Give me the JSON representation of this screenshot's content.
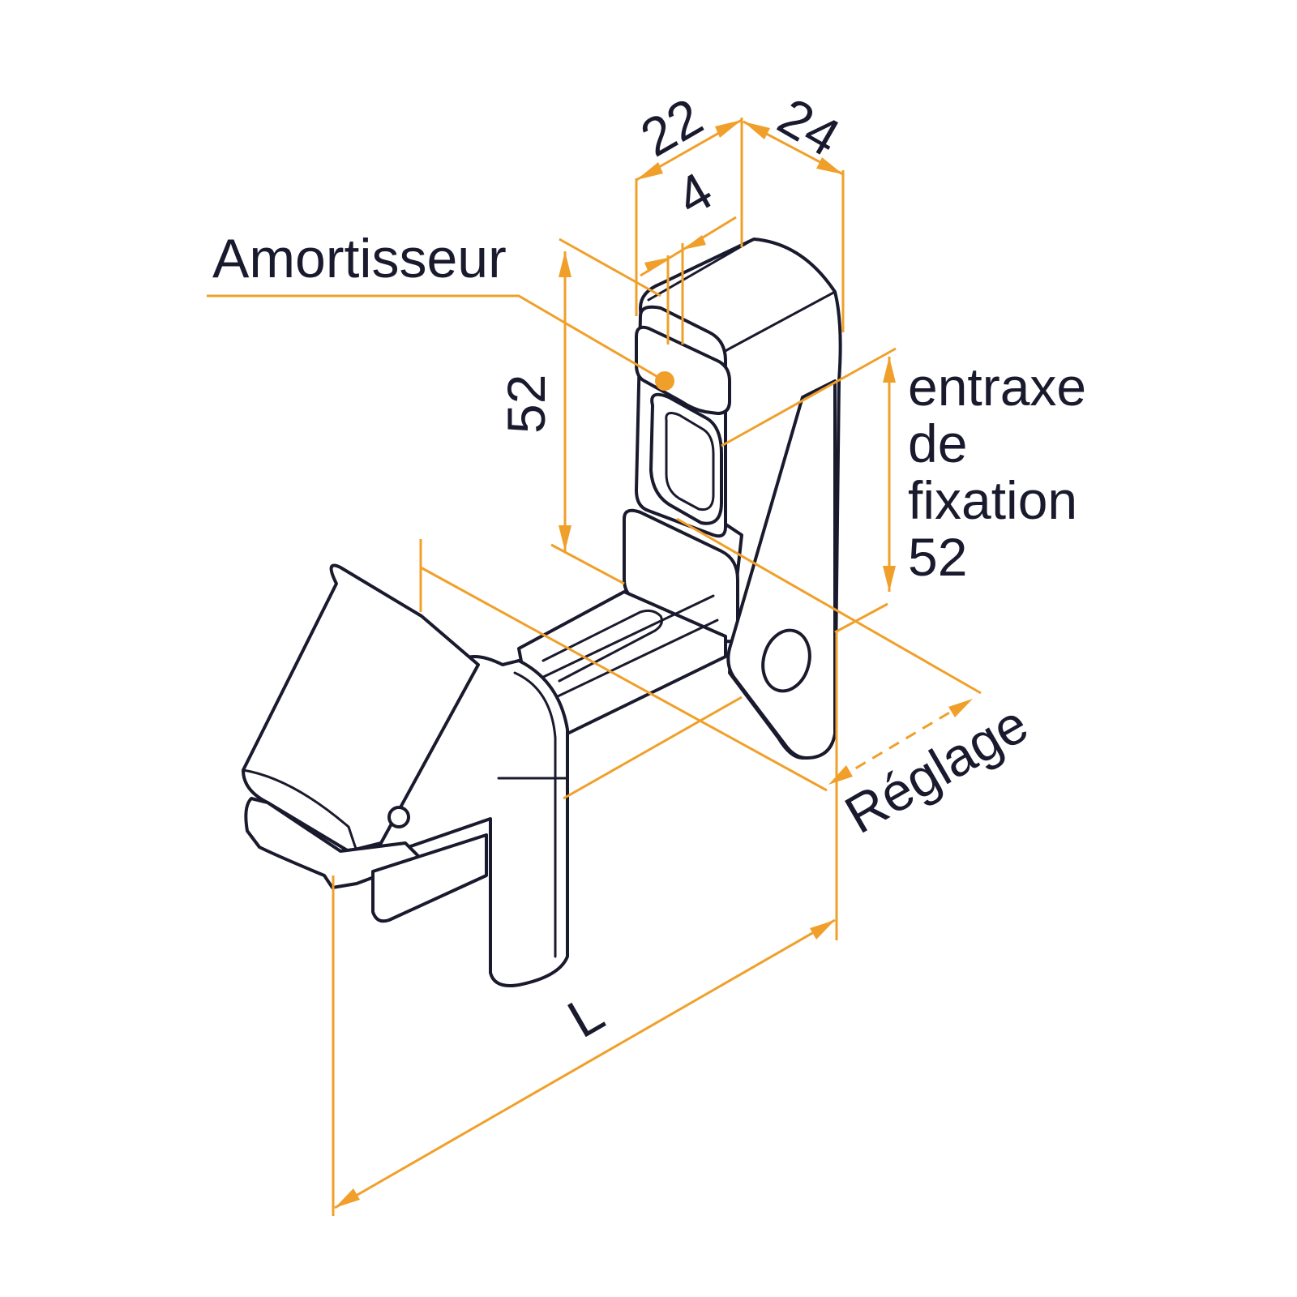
{
  "labels": {
    "amortisseur": "Amortisseur",
    "dim_22": "22",
    "dim_4": "4",
    "dim_24": "24",
    "dim_52_height": "52",
    "entraxe_line1": "entraxe",
    "entraxe_line2": "de",
    "entraxe_line3": "fixation",
    "entraxe_line4": "52",
    "reglage": "Réglage",
    "length": "L"
  },
  "colors": {
    "dimension": "#f0a02a",
    "outline": "#1a1a2e",
    "background": "#ffffff"
  }
}
